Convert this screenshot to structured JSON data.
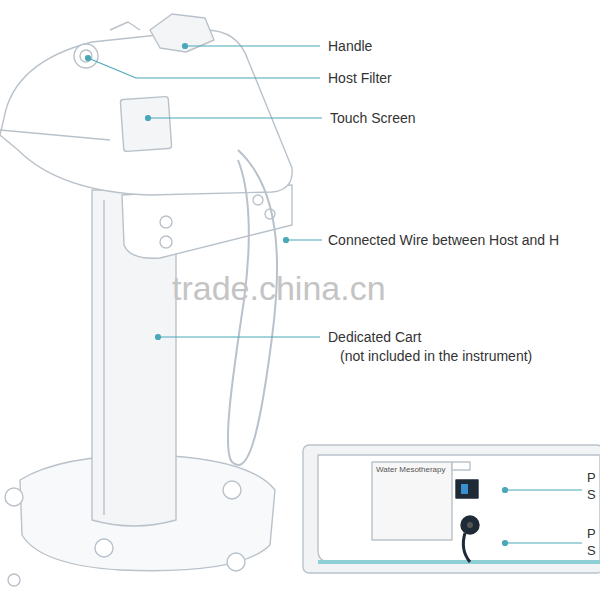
{
  "diagram": {
    "labels": [
      "Handle",
      "Host Filter",
      "Touch Screen",
      "Connected Wire between Host and H",
      "Dedicated Cart",
      "(not included in the instrument)",
      "trade.china.cn",
      "Water Mesotherapy",
      "P",
      "S",
      "P",
      "S"
    ]
  }
}
